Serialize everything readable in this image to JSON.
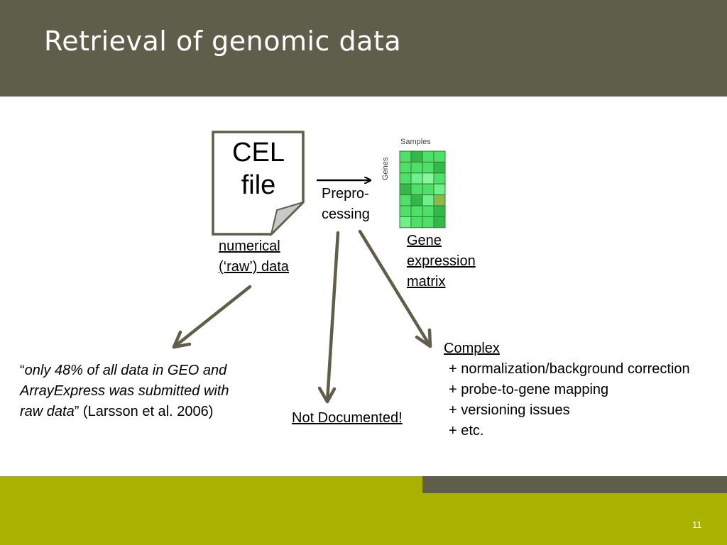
{
  "slide": {
    "title": "Retrieval of genomic data",
    "page_number": "11"
  },
  "cel_file": {
    "line1": "CEL",
    "line2": "file",
    "caption_line1": "numerical",
    "caption_line2": "(‘raw’) data"
  },
  "preprocessing": {
    "line1": "Prepro-",
    "line2": "cessing"
  },
  "matrix": {
    "samples_label": "Samples",
    "genes_label": "Genes",
    "caption_line1": "Gene ",
    "caption_line2": "expression",
    "caption_line3": "matrix",
    "cells": [
      [
        "#4fe06a",
        "#35b84a",
        "#4fe06a",
        "#4fe06a"
      ],
      [
        "#4fe06a",
        "#4fe06a",
        "#4fe06a",
        "#35b84a"
      ],
      [
        "#4fe06a",
        "#6ff08a",
        "#8bf59e",
        "#4fe06a"
      ],
      [
        "#35b84a",
        "#4fe06a",
        "#4fe06a",
        "#6ff08a"
      ],
      [
        "#4fe06a",
        "#35b84a",
        "#6ff08a",
        "#8fb84a"
      ],
      [
        "#4fe06a",
        "#4fe06a",
        "#4fe06a",
        "#35b84a"
      ],
      [
        "#6ff08a",
        "#4fe06a",
        "#4fe06a",
        "#35b84a"
      ]
    ]
  },
  "raw_data_note": {
    "open_quote": "“",
    "italic_line1": "only 48% of all data in GEO and",
    "italic_line2": "ArrayExpress was submitted with",
    "italic_line3": "raw data",
    "close_quote": "” (",
    "citation": "Larsson et al. 2006)"
  },
  "not_documented": "Not Documented!",
  "complex": {
    "heading": "Complex",
    "items": [
      "+ normalization/background correction",
      "+ probe-to-gene mapping",
      "+ versioning issues",
      "+ etc."
    ]
  },
  "colors": {
    "header": "#5f5e4a",
    "footer": "#a9b200",
    "arrow": "#5f5e4a"
  }
}
